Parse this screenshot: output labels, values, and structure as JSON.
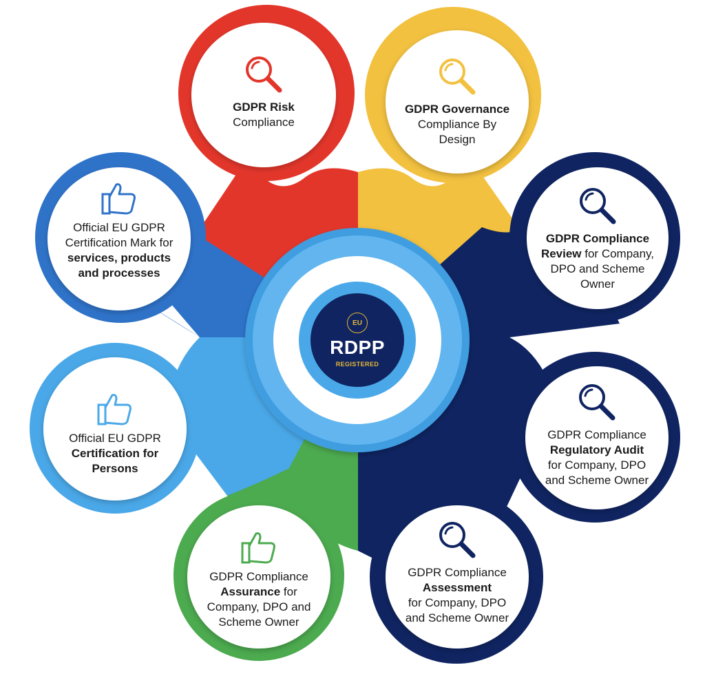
{
  "hub": {
    "badge": "EU",
    "title": "RDPP",
    "subtitle": "REGISTERED"
  },
  "colors": {
    "red": "#e3362b",
    "yellow": "#f2c140",
    "navy": "#0f2461",
    "blue": "#2f73c9",
    "light_blue": "#4aa8e8",
    "green": "#4caa4f",
    "hub_ring": "#3f9de0",
    "hub_core": "#0f2461",
    "gold": "#e8b935"
  },
  "nodes": {
    "risk": {
      "icon": "magnifier-icon",
      "bold": "GDPR Risk",
      "plain": "Compliance"
    },
    "governance": {
      "icon": "magnifier-icon",
      "bold": "GDPR Governance",
      "plain": "Compliance By Design"
    },
    "review": {
      "icon": "magnifier-icon",
      "bold": "GDPR Compliance Review",
      "plain": " for Company, DPO and Scheme Owner"
    },
    "regulatory": {
      "icon": "magnifier-icon",
      "plain_before": "GDPR Compliance",
      "bold": "Regulatory Audit",
      "plain": "for Company, DPO and Scheme Owner"
    },
    "assessment": {
      "icon": "magnifier-icon",
      "plain_before": "GDPR Compliance",
      "bold": "Assessment",
      "plain": "for Company, DPO and Scheme Owner"
    },
    "assurance": {
      "icon": "thumbs-up-icon",
      "plain_before": "GDPR Compliance",
      "bold": "Assurance",
      "plain": " for Company, DPO and Scheme Owner"
    },
    "persons": {
      "icon": "thumbs-up-icon",
      "plain_before": "Official EU GDPR",
      "bold": "Certification for Persons"
    },
    "mark": {
      "icon": "thumbs-up-icon",
      "plain_before": "Official EU GDPR Certification Mark for ",
      "bold": "services, products and processes"
    }
  }
}
